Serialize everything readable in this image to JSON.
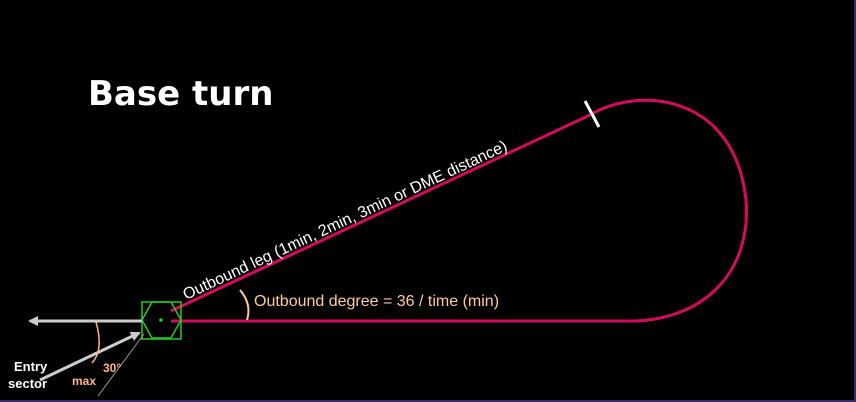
{
  "title": "Base turn",
  "outbound_leg_label": "Outbound leg (1min, 2min, 3min or DME distance)",
  "outbound_degree_label": "Outbound degree = 36 / time (min)",
  "entry_sector_label": {
    "line1": "Entry",
    "line2": "sector"
  },
  "entry_angle_label": {
    "value": "30°",
    "qualifier": "max"
  },
  "colors": {
    "background": "#000000",
    "track": "#d40a5e",
    "fix_box": "#22cc22",
    "arrow": "#cccccc",
    "degree_arc": "#ffcc99",
    "angle_text": "#ffb380"
  },
  "icons": {
    "fix": "navigation-fix-icon",
    "inbound_arrow": "inbound-arrow-icon",
    "outbound_arrow": "outbound-arrow-icon"
  }
}
